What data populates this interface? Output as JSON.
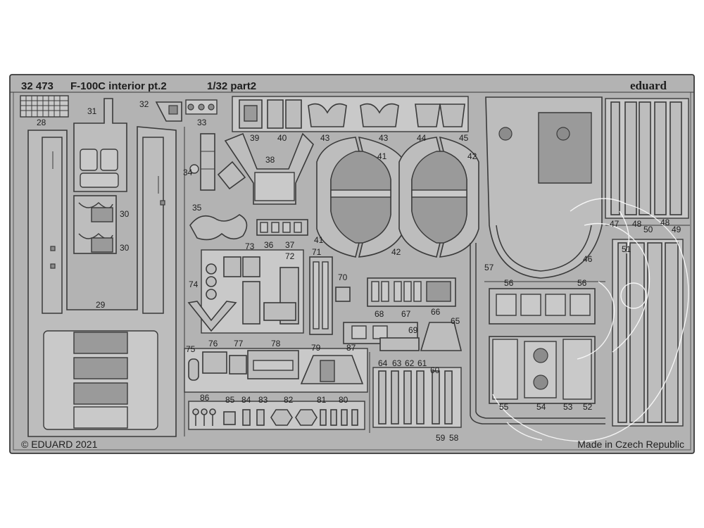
{
  "header": {
    "set_number": "32 473",
    "title": "F-100C interior pt.2",
    "scale": "1/32 part2",
    "brand": "eduard"
  },
  "footer": {
    "copyright": "© EDUARD 2021",
    "origin": "Made in Czech Republic"
  },
  "part_numbers": {
    "p28": "28",
    "p29": "29",
    "p30a": "30",
    "p30b": "30",
    "p31": "31",
    "p32": "32",
    "p33": "33",
    "p34": "34",
    "p35": "35",
    "p36": "36",
    "p37": "37",
    "p38": "38",
    "p39": "39",
    "p40": "40",
    "p41a": "41",
    "p41b": "41",
    "p42a": "42",
    "p42b": "42",
    "p43a": "43",
    "p43b": "43",
    "p44": "44",
    "p45": "45",
    "p46": "46",
    "p47": "47",
    "p48a": "48",
    "p48b": "48",
    "p49": "49",
    "p50": "50",
    "p51": "51",
    "p52": "52",
    "p53": "53",
    "p54": "54",
    "p55": "55",
    "p56a": "56",
    "p56b": "56",
    "p57": "57",
    "p58": "58",
    "p59": "59",
    "p60": "60",
    "p61": "61",
    "p62": "62",
    "p63": "63",
    "p64": "64",
    "p65": "65",
    "p66": "66",
    "p67": "67",
    "p68": "68",
    "p69": "69",
    "p70": "70",
    "p71": "71",
    "p72": "72",
    "p73": "73",
    "p74": "74",
    "p75": "75",
    "p76": "76",
    "p77": "77",
    "p78": "78",
    "p79": "79",
    "p80": "80",
    "p81": "81",
    "p82": "82",
    "p83": "83",
    "p84": "84",
    "p85": "85",
    "p86": "86",
    "p87": "87"
  },
  "colors": {
    "fret_fill": "#b3b3b3",
    "part_fill": "#bdbdbd",
    "outline": "#3a3a3a",
    "background": "#ffffff"
  }
}
